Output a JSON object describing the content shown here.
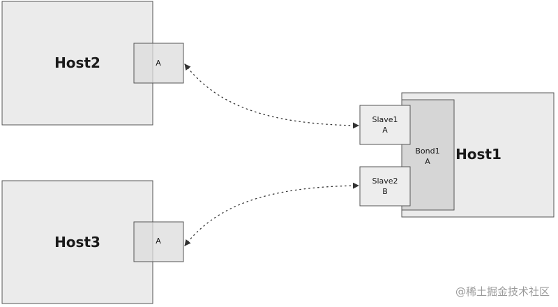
{
  "hosts": {
    "host2": {
      "label": "Host2",
      "port_label": "A"
    },
    "host3": {
      "label": "Host3",
      "port_label": "A"
    },
    "host1": {
      "label": "Host1",
      "bond_name": "Bond1",
      "bond_port": "A",
      "slave1_name": "Slave1",
      "slave1_port": "A",
      "slave2_name": "Slave2",
      "slave2_port": "B"
    }
  },
  "watermark": "@稀土掘金技术社区",
  "colors": {
    "box_fill": "#ebebeb",
    "bond_fill": "#d6d6d6",
    "stroke": "#555555"
  }
}
